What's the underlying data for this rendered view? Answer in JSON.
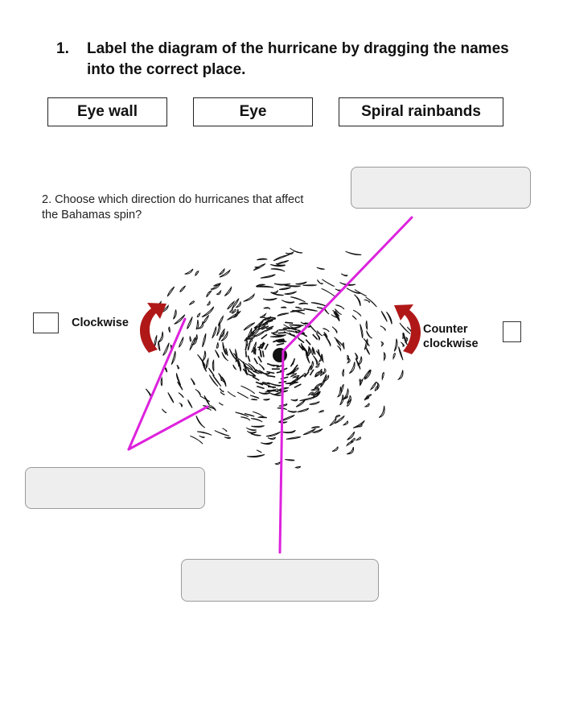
{
  "question1": {
    "number": "1.",
    "text": "Label the diagram of the hurricane by dragging the names into the correct place."
  },
  "word_bank": [
    "Eye wall",
    "Eye",
    "Spiral rainbands"
  ],
  "question2": {
    "text": "2. Choose which direction do hurricanes that affect the Bahamas spin?",
    "options": [
      "Clockwise",
      "Counter clockwise"
    ]
  },
  "colors": {
    "pointer_lines": "#dd22dd",
    "arrows": "#b01818",
    "drop_fill": "#eeeeee"
  },
  "icons": [
    "curved-arrow-clockwise-icon",
    "curved-arrow-counterclockwise-icon",
    "hurricane-swirl-illustration"
  ]
}
